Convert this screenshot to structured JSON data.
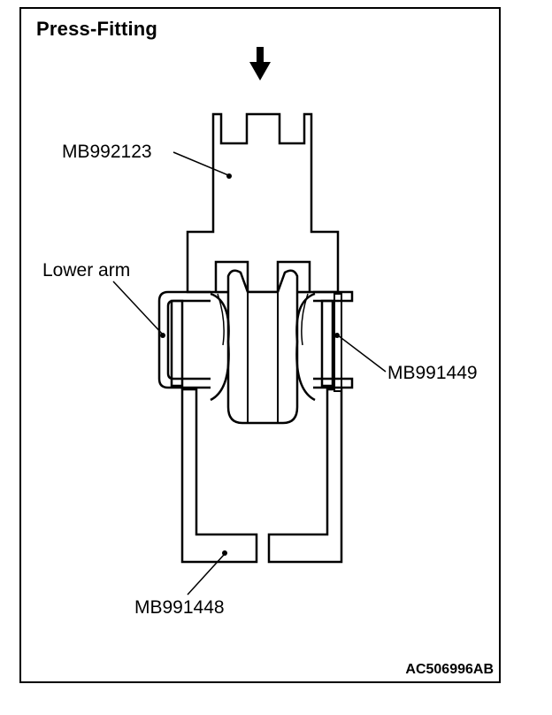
{
  "title": "Press-Fitting",
  "figure_id": "AC506996AB",
  "labels": {
    "tool_top": "MB992123",
    "lower_arm": "Lower arm",
    "tool_side": "MB991449",
    "tool_bottom": "MB991448"
  }
}
